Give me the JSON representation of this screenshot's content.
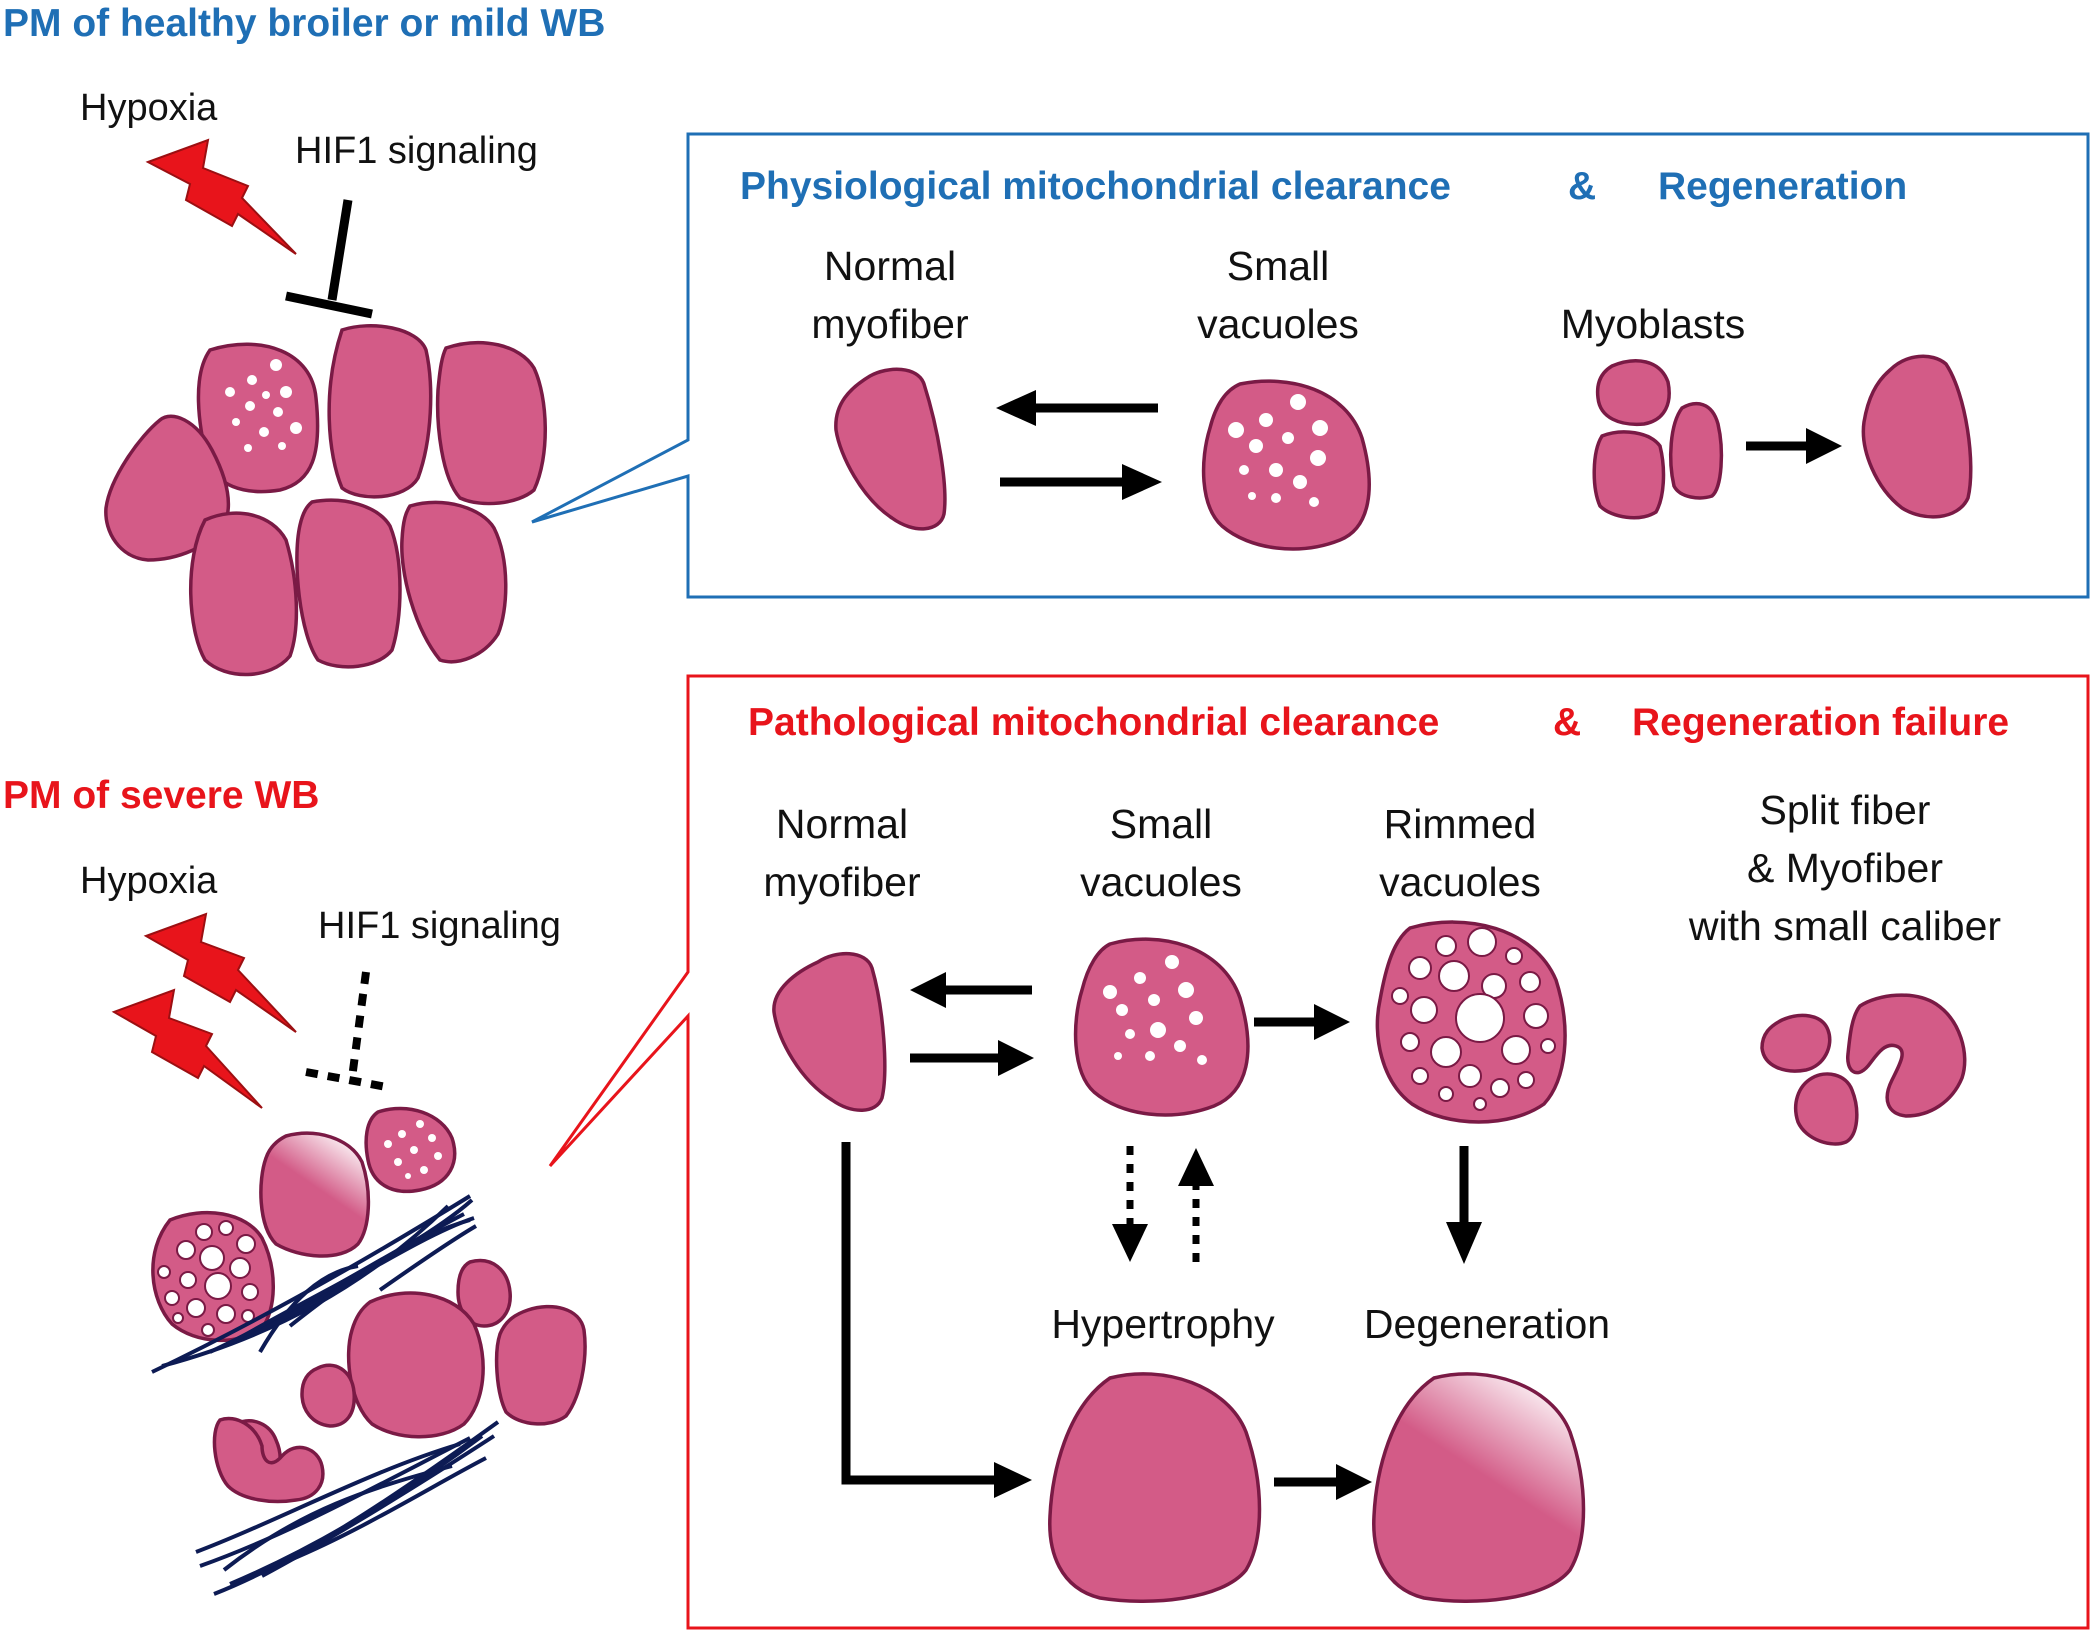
{
  "top_section": {
    "title": "PM of healthy broiler or mild WB",
    "hypoxia_label": "Hypoxia",
    "signaling_label": "HIF1 signaling",
    "panel": {
      "heading_left": "Physiological mitochondrial clearance",
      "heading_amp": "&",
      "heading_right": "Regeneration",
      "normal_label_1": "Normal",
      "normal_label_2": "myofiber",
      "small_label_1": "Small",
      "small_label_2": "vacuoles",
      "myoblasts_label": "Myoblasts"
    }
  },
  "bottom_section": {
    "title": "PM of severe WB",
    "hypoxia_label": "Hypoxia",
    "signaling_label": "HIF1 signaling",
    "panel": {
      "heading_left": "Pathological mitochondrial clearance",
      "heading_amp": "&",
      "heading_right": "Regeneration failure",
      "normal_label_1": "Normal",
      "normal_label_2": "myofiber",
      "small_label_1": "Small",
      "small_label_2": "vacuoles",
      "rimmed_label_1": "Rimmed",
      "rimmed_label_2": "vacuoles",
      "split_label_1": "Split fiber",
      "split_label_2": "& Myofiber",
      "split_label_3": "with small caliber",
      "hypertrophy_label": "Hypertrophy",
      "degeneration_label": "Degeneration"
    }
  },
  "colors": {
    "healthy_accent": "#1f6fb5",
    "severe_accent": "#e8141b",
    "myofiber_fill": "#d35b87",
    "myofiber_outline": "#7a1a45",
    "collagen_fiber": "#0d1b54"
  }
}
